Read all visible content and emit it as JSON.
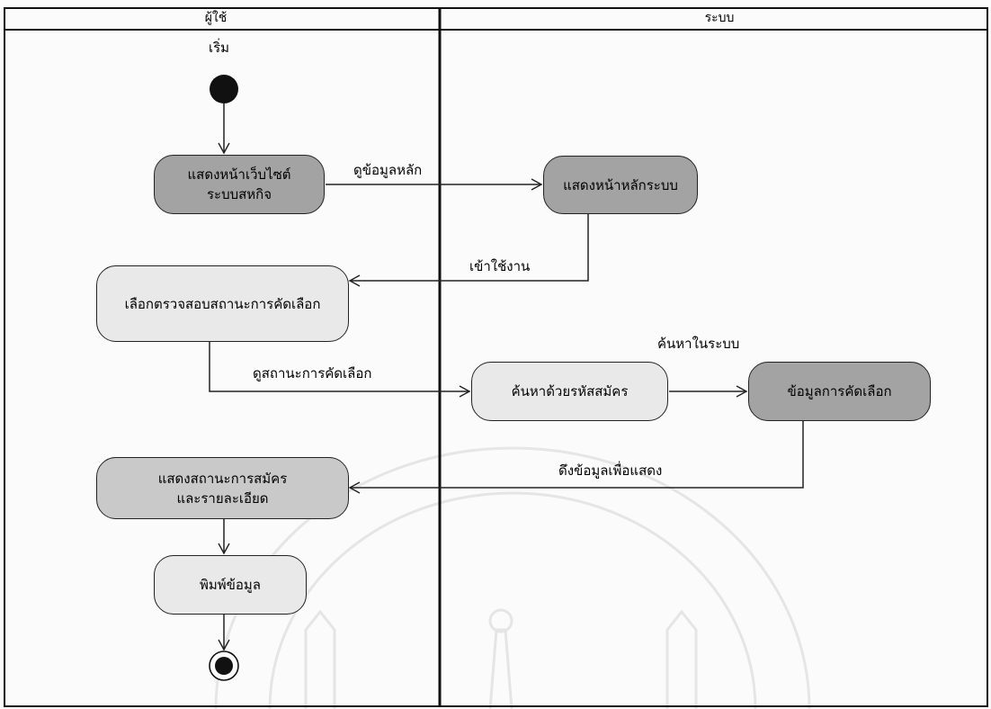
{
  "lanes": {
    "user": "ผู้ใช้",
    "system": "ระบบ"
  },
  "start_label": "เริ่ม",
  "nodes": {
    "show_website": {
      "line1": "แสดงหน้าเว็บไซต์",
      "line2": "ระบบสหกิจ"
    },
    "system_home": "แสดงหน้าหลักระบบ",
    "check_status": "เลือกตรวจสอบสถานะการคัดเลือก",
    "search_by_id": "ค้นหาด้วยรหัสสมัคร",
    "selection_info": "ข้อมูลการคัดเลือก",
    "show_status": {
      "line1": "แสดงสถานะการสมัคร",
      "line2": "และรายละเอียด"
    },
    "print_info": "พิมพ์ข้อมูล"
  },
  "edges": {
    "view_main": "ดูข้อมูลหลัก",
    "enter_use": "เข้าใช้งาน",
    "view_status": "ดูสถานะการคัดเลือก",
    "search_in_system": "ค้นหาในระบบ",
    "fetch_to_show": "ดึงข้อมูลเพื่อแสดง"
  },
  "colors": {
    "dark_node": "#a3a3a3",
    "light_node": "#e9e9e9",
    "line": "#222222"
  }
}
